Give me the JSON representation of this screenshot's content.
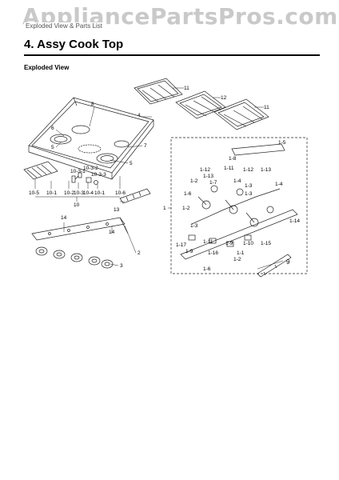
{
  "watermark": "AppliancePartsPros.com",
  "header_caption": "Exploded View & Parts List",
  "section": {
    "number": "4.",
    "title": "Assy Cook Top",
    "subtitle": "Exploded View"
  },
  "callouts": {
    "grate_left": "11",
    "grate_mid": "12",
    "grate_right": "11",
    "cooktop": "4",
    "burner_cap_center": "8",
    "burner_left_top": "6",
    "burner_left_bottom": "5",
    "knob_side_right": "7",
    "burner_right": "5",
    "filter": "10-5",
    "p10_1_left": "10-1",
    "p10_2": "10-2",
    "p10_3": "10-3",
    "p10_4": "10-4",
    "p10_1_right": "10-1",
    "p10_6": "10-6",
    "group_10": "10",
    "sub_10_3_1": "10-3-1",
    "sub_10_3_2": "10-3-2",
    "sub_10_3_3": "10-3-3",
    "part_13": "13",
    "part_14_a": "14",
    "part_14_b": "14",
    "part_2": "2",
    "part_3": "3",
    "assembly_1": "1",
    "a1_5": "1-5",
    "a1_8": "1-8",
    "a1_12_a": "1-12",
    "a1_13_a": "1-13",
    "a1_11_a": "1-11",
    "a1_12_b": "1-12",
    "a1_13_b": "1-13",
    "a1_4_a": "1-4",
    "a1_2_a": "1-2",
    "a1_7": "1-7",
    "a1_3_a": "1-3",
    "a1_3_b": "1-3",
    "a1_4_b": "1-4",
    "a1_6": "1-6",
    "a1_2_b": "1-2",
    "a1_14": "1-14",
    "a1_3_c": "1-3",
    "a1_17": "1-17",
    "a1_9": "1-9",
    "a1_11_b": "1-11",
    "a1_16": "1-16",
    "a1_9_b": "1-9",
    "a1_10": "1-10",
    "a1_1": "1-1",
    "a1_2_c": "1-2",
    "a1_15": "1-15",
    "a1_6_b": "1-6",
    "part_9": "9"
  }
}
